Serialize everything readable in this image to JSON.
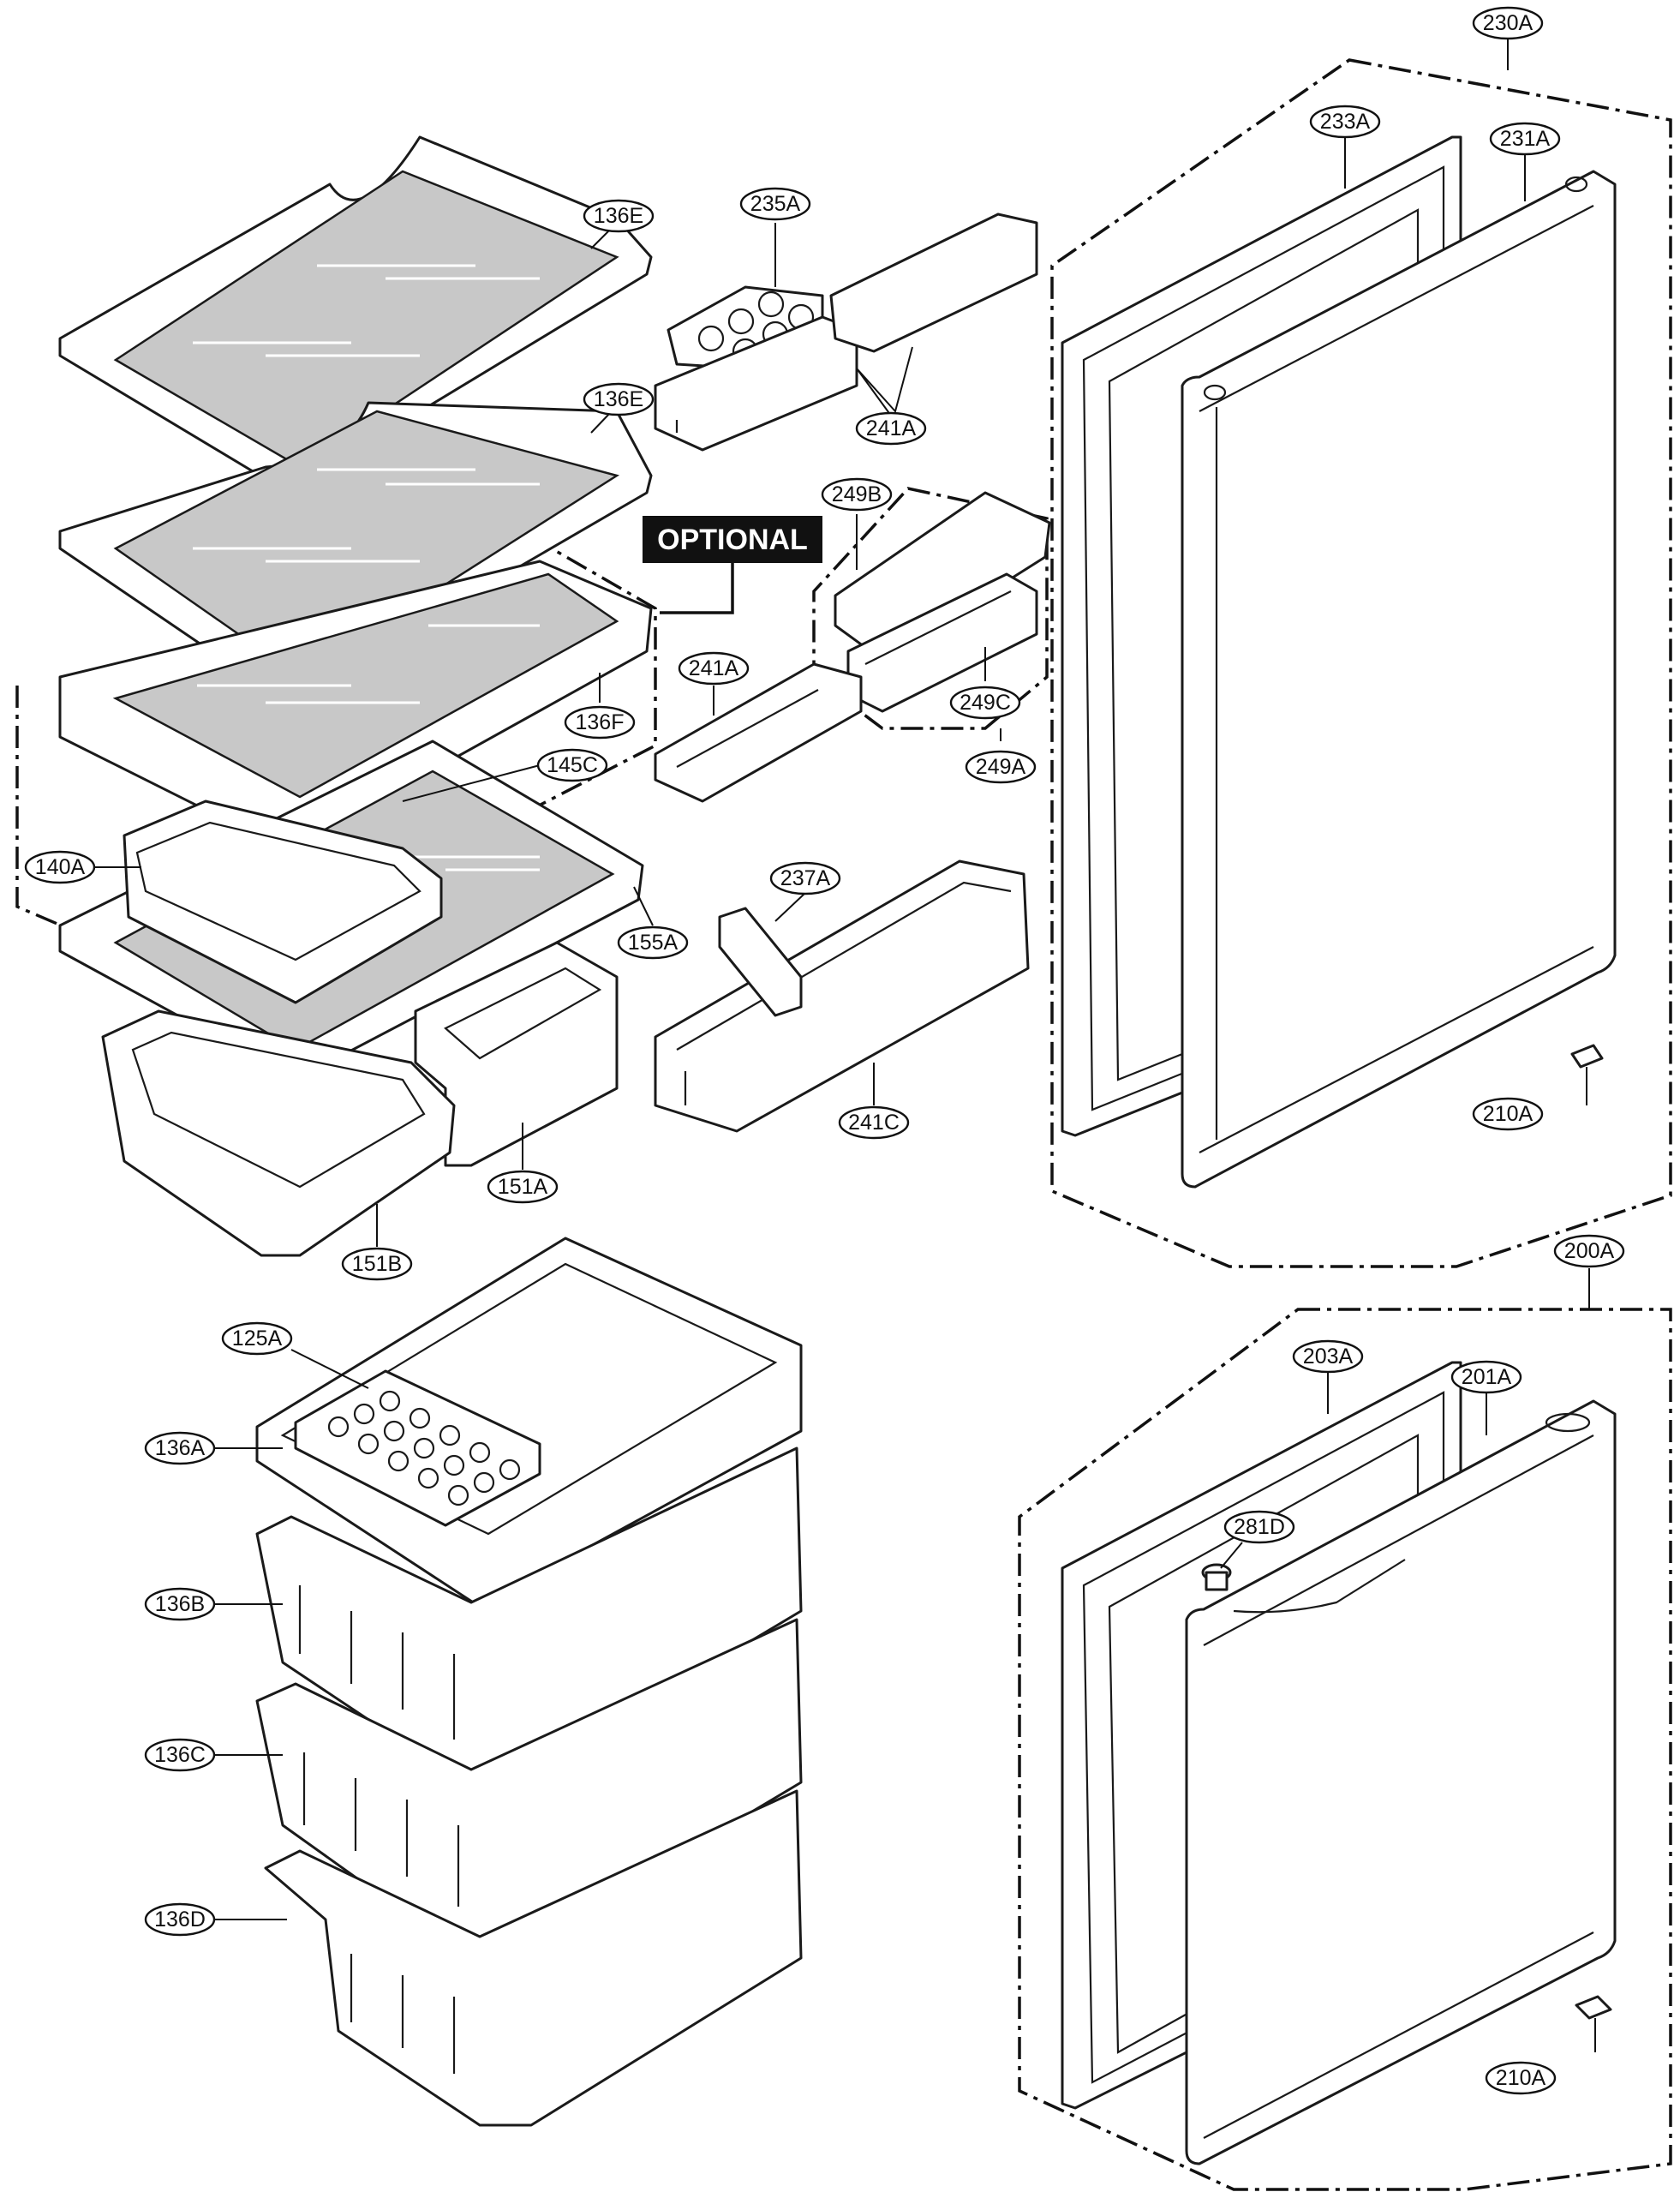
{
  "diagram": {
    "optional_tag": "OPTIONAL",
    "callouts": [
      {
        "id": "230A",
        "label": "230A"
      },
      {
        "id": "233A",
        "label": "233A"
      },
      {
        "id": "231A",
        "label": "231A"
      },
      {
        "id": "235A",
        "label": "235A"
      },
      {
        "id": "136E-top",
        "label": "136E"
      },
      {
        "id": "136E-mid",
        "label": "136E"
      },
      {
        "id": "241A-top",
        "label": "241A"
      },
      {
        "id": "249B",
        "label": "249B"
      },
      {
        "id": "241A-mid",
        "label": "241A"
      },
      {
        "id": "249C",
        "label": "249C"
      },
      {
        "id": "249A",
        "label": "249A"
      },
      {
        "id": "136F",
        "label": "136F"
      },
      {
        "id": "145C",
        "label": "145C"
      },
      {
        "id": "140A",
        "label": "140A"
      },
      {
        "id": "237A",
        "label": "237A"
      },
      {
        "id": "155A",
        "label": "155A"
      },
      {
        "id": "210A-top",
        "label": "210A"
      },
      {
        "id": "241C",
        "label": "241C"
      },
      {
        "id": "151A",
        "label": "151A"
      },
      {
        "id": "151B",
        "label": "151B"
      },
      {
        "id": "200A",
        "label": "200A"
      },
      {
        "id": "125A",
        "label": "125A"
      },
      {
        "id": "203A",
        "label": "203A"
      },
      {
        "id": "201A",
        "label": "201A"
      },
      {
        "id": "136A",
        "label": "136A"
      },
      {
        "id": "281D",
        "label": "281D"
      },
      {
        "id": "136B",
        "label": "136B"
      },
      {
        "id": "136C",
        "label": "136C"
      },
      {
        "id": "136D",
        "label": "136D"
      },
      {
        "id": "210A-bottom",
        "label": "210A"
      }
    ]
  }
}
